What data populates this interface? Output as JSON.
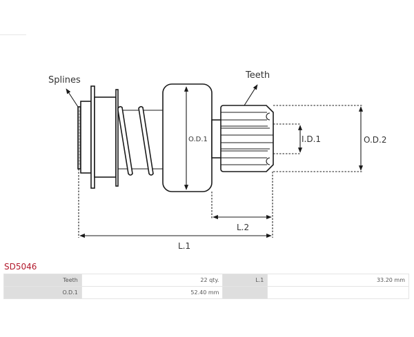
{
  "drawing": {
    "labels": {
      "splines": "Splines",
      "teeth": "Teeth",
      "od1": "O.D.1",
      "od2": "O.D.2",
      "id1": "I.D.1",
      "l1": "L.1",
      "l2": "L.2"
    }
  },
  "product": {
    "code": "SD5046",
    "code_color": "#b2182b"
  },
  "specs": {
    "rows": [
      {
        "label_a": "Teeth",
        "value_a": "22 qty.",
        "label_b": "L.1",
        "value_b": "33.20 mm"
      },
      {
        "label_a": "O.D.1",
        "value_a": "52.40 mm",
        "label_b": "",
        "value_b": ""
      }
    ]
  }
}
